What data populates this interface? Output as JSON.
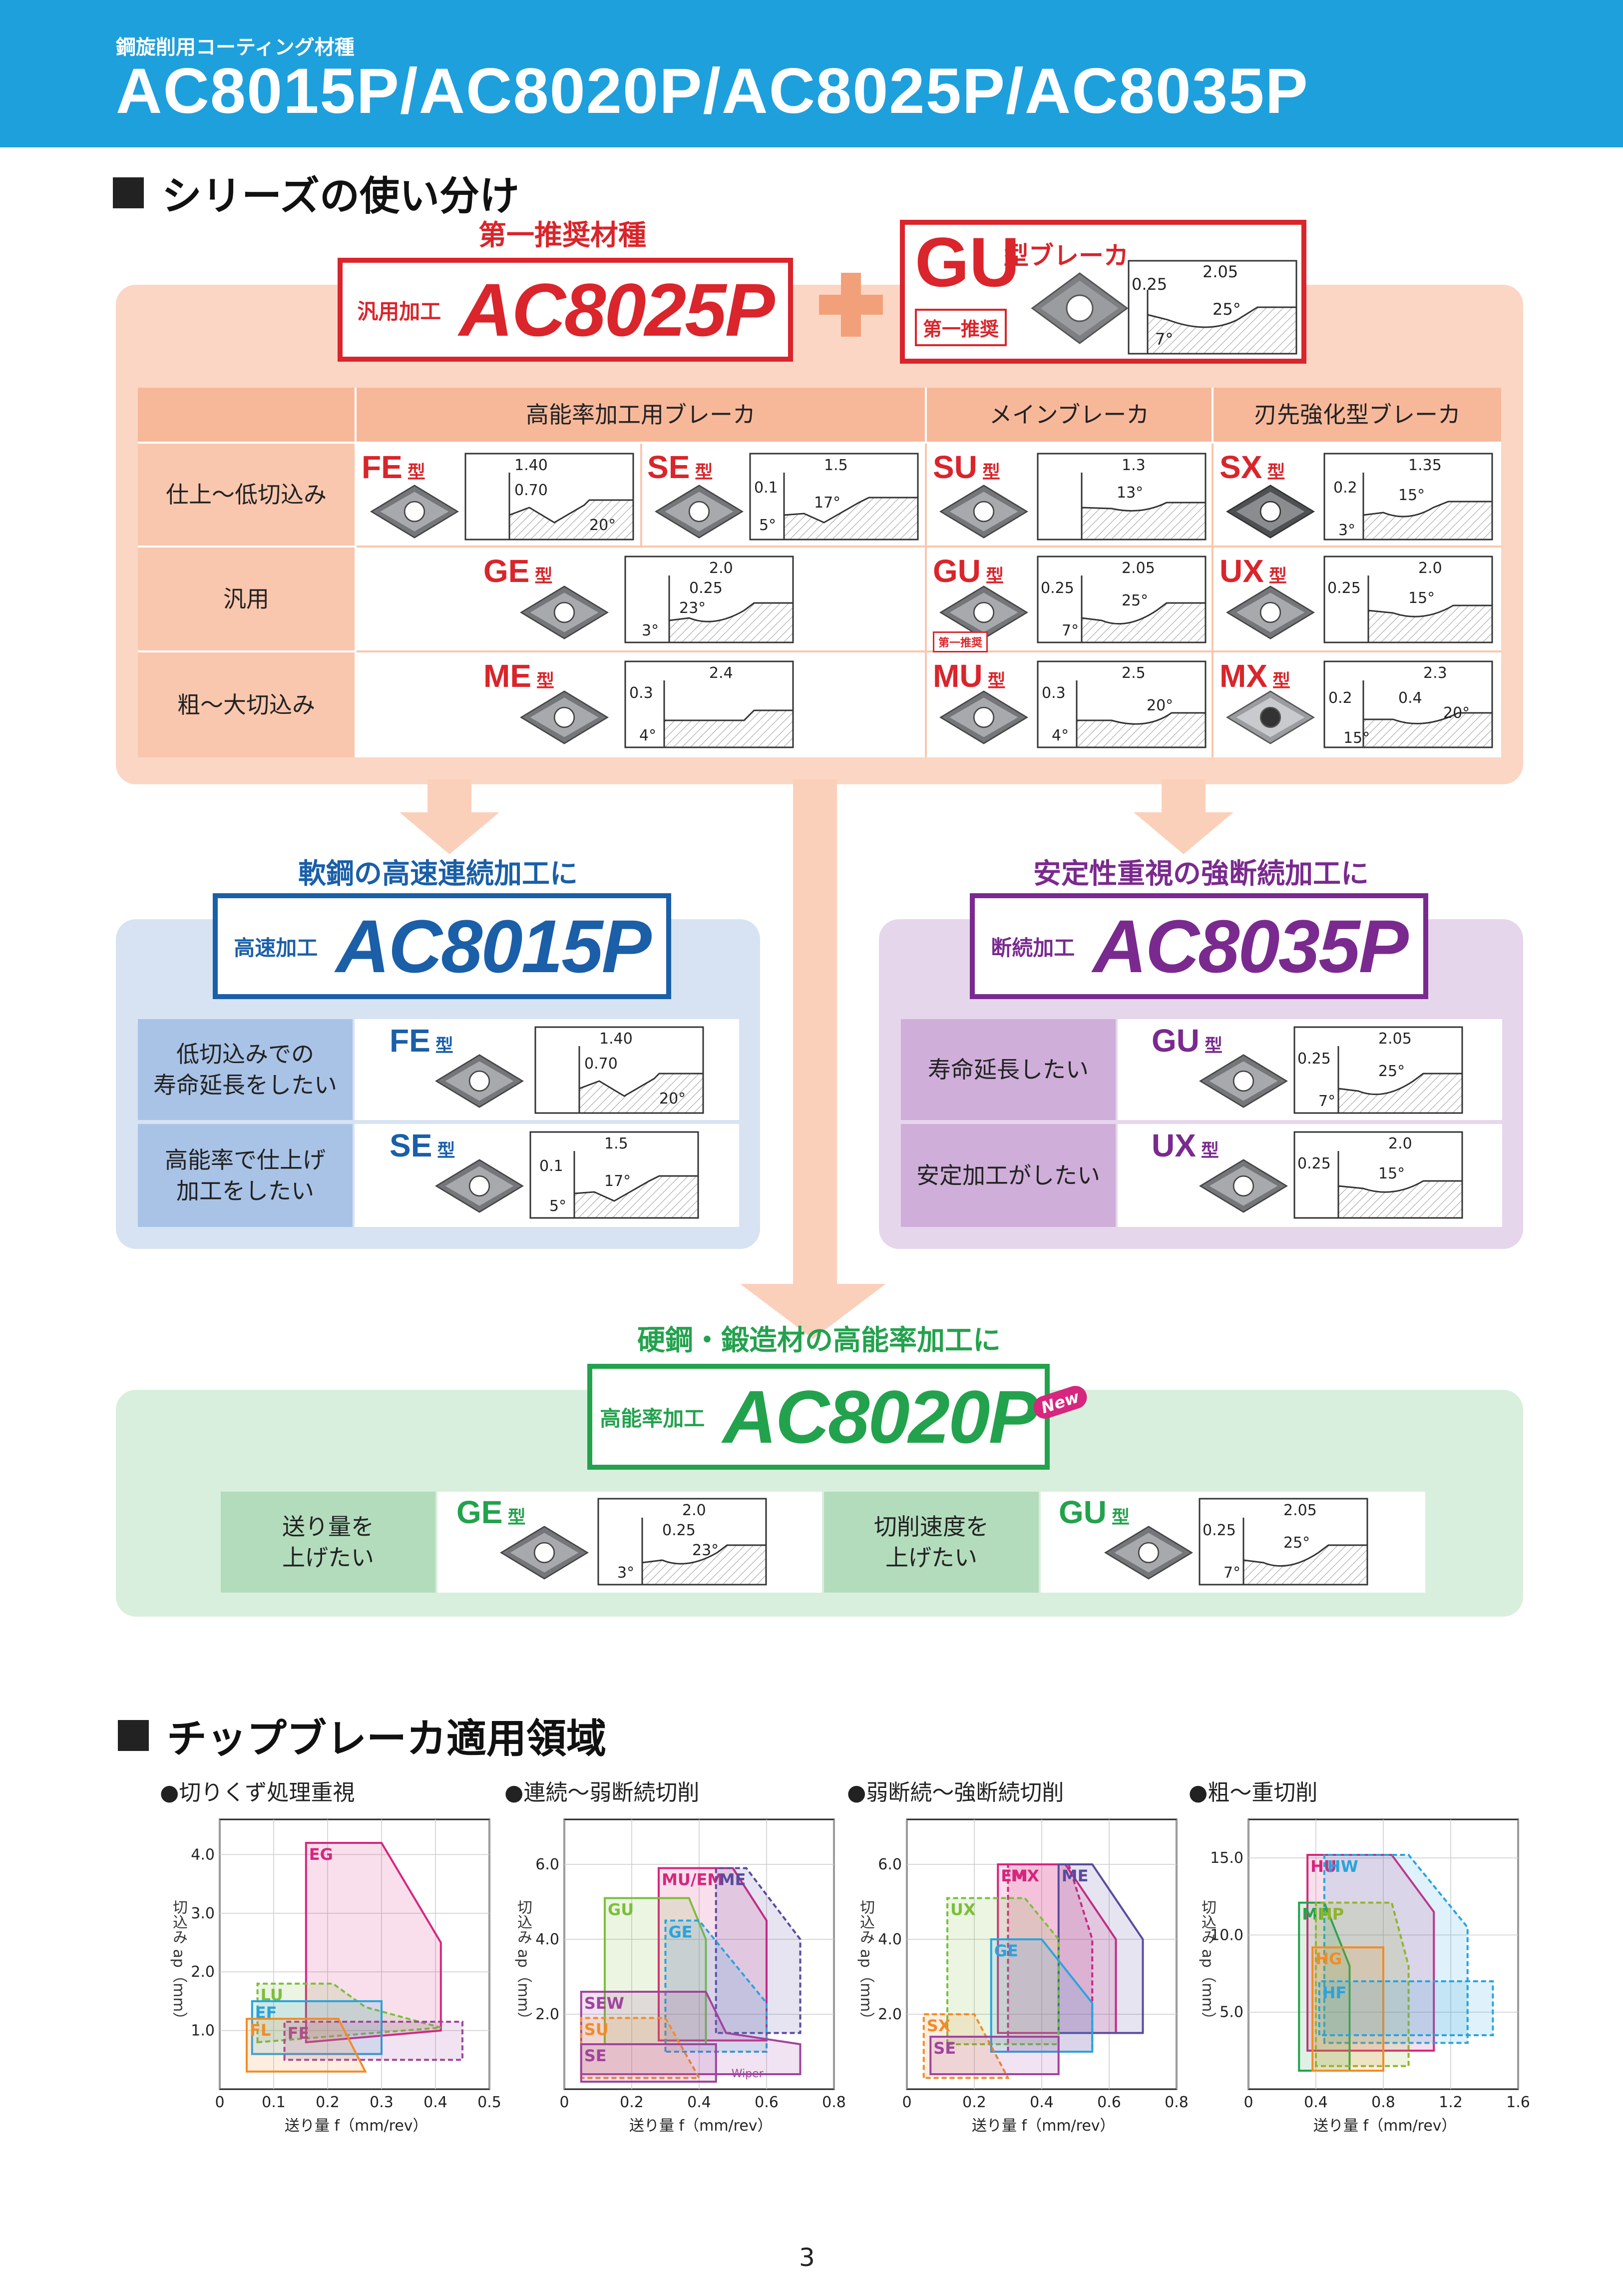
{
  "header": {
    "subtitle": "鋼旋削用コーティング材種",
    "title": "AC8015P/AC8020P/AC8025P/AC8035P"
  },
  "section1": {
    "title": "シリーズの使い分け"
  },
  "main": {
    "recommend": "第一推奨材種",
    "label": "汎用加工",
    "product": "AC8025P"
  },
  "gu_box": {
    "name": "GU",
    "suffix": "型ブレーカ",
    "badge": "第一推奨",
    "d1": "0.25",
    "d2": "2.05",
    "a1": "25°",
    "a2": "7°"
  },
  "table": {
    "headers": [
      "高能率加工用ブレーカ",
      "メインブレーカ",
      "刃先強化型ブレーカ"
    ],
    "rows": [
      "仕上～低切込み",
      "汎用",
      "粗～大切込み"
    ],
    "types": {
      "FE": {
        "name": "FE",
        "d": [
          "1.40",
          "0.70"
        ],
        "a": [
          "20°"
        ]
      },
      "SE": {
        "name": "SE",
        "d": [
          "1.5",
          "0.1"
        ],
        "a": [
          "17°",
          "5°"
        ]
      },
      "SU": {
        "name": "SU",
        "d": [
          "1.3"
        ],
        "a": [
          "13°"
        ]
      },
      "SX": {
        "name": "SX",
        "d": [
          "1.35",
          "0.2"
        ],
        "a": [
          "15°",
          "3°"
        ]
      },
      "GE": {
        "name": "GE",
        "d": [
          "2.0",
          "0.25"
        ],
        "a": [
          "23°",
          "3°"
        ]
      },
      "GU": {
        "name": "GU",
        "d": [
          "2.05",
          "0.25"
        ],
        "a": [
          "25°",
          "7°"
        ],
        "badge": "第一推奨"
      },
      "UX": {
        "name": "UX",
        "d": [
          "2.0",
          "0.25"
        ],
        "a": [
          "15°"
        ]
      },
      "ME": {
        "name": "ME",
        "d": [
          "2.4",
          "0.3"
        ],
        "a": [
          "4°"
        ]
      },
      "MU": {
        "name": "MU",
        "d": [
          "2.5",
          "0.3"
        ],
        "a": [
          "20°",
          "4°"
        ]
      },
      "MX": {
        "name": "MX",
        "d": [
          "2.3",
          "0.2",
          "0.4"
        ],
        "a": [
          "20°",
          "15°"
        ]
      }
    },
    "type_suffix": "型"
  },
  "ac8015": {
    "caption": "軟鋼の高速連続加工に",
    "label": "高速加工",
    "product": "AC8015P",
    "row1": "低切込みでの\n寿命延長をしたい",
    "row2": "高能率で仕上げ\n加工をしたい"
  },
  "ac8035": {
    "caption": "安定性重視の強断続加工に",
    "label": "断続加工",
    "product": "AC8035P",
    "row1": "寿命延長したい",
    "row2": "安定加工がしたい"
  },
  "ac8020": {
    "caption": "硬鋼・鍛造材の高能率加工に",
    "label": "高能率加工",
    "product": "AC8020P",
    "new": "New",
    "row1": "送り量を\n上げたい",
    "row2": "切削速度を\n上げたい"
  },
  "section2": {
    "title": "チップブレーカ適用領域"
  },
  "colors": {
    "header": "#1ea0dc",
    "red": "#d9252b",
    "blue": "#1a5fa8",
    "purple": "#7a2a8e",
    "green": "#23a24d"
  },
  "chart_data": [
    {
      "type": "area",
      "title": "●切りくず処理重視",
      "xlabel": "送り量 f（mm/rev）",
      "ylabel": "切込み ap（mm）",
      "x_ticks": [
        0,
        0.1,
        0.2,
        0.3,
        0.4,
        0.5
      ],
      "x_tick_labels": [
        "0",
        "0.1",
        "0.2",
        "0.3",
        "0.4",
        "0.5"
      ],
      "y_ticks": [
        1.0,
        2.0,
        3.0,
        4.0
      ],
      "y_tick_labels": [
        "1.0",
        "2.0",
        "3.0",
        "4.0"
      ],
      "xlim": [
        0,
        0.5
      ],
      "ylim": [
        0,
        4.6
      ],
      "series": [
        {
          "name": "EG",
          "color": "#d6267e",
          "points": [
            [
              0.16,
              0.8
            ],
            [
              0.16,
              4.2
            ],
            [
              0.3,
              4.2
            ],
            [
              0.41,
              2.5
            ],
            [
              0.41,
              1.0
            ],
            [
              0.16,
              0.8
            ]
          ]
        },
        {
          "name": "LU",
          "color": "#7bbf3a",
          "points": [
            [
              0.07,
              0.8
            ],
            [
              0.07,
              1.8
            ],
            [
              0.21,
              1.8
            ],
            [
              0.27,
              1.4
            ],
            [
              0.41,
              1.05
            ],
            [
              0.07,
              0.8
            ]
          ]
        },
        {
          "name": "EF",
          "color": "#29a4dc",
          "points": [
            [
              0.06,
              0.6
            ],
            [
              0.06,
              1.5
            ],
            [
              0.3,
              1.5
            ],
            [
              0.3,
              0.6
            ],
            [
              0.06,
              0.6
            ]
          ]
        },
        {
          "name": "FE",
          "color": "#a0449e",
          "points": [
            [
              0.12,
              0.5
            ],
            [
              0.12,
              1.15
            ],
            [
              0.45,
              1.15
            ],
            [
              0.45,
              0.5
            ],
            [
              0.12,
              0.5
            ]
          ]
        },
        {
          "name": "FL",
          "color": "#f08c28",
          "points": [
            [
              0.05,
              0.3
            ],
            [
              0.05,
              1.2
            ],
            [
              0.22,
              1.2
            ],
            [
              0.27,
              0.3
            ],
            [
              0.05,
              0.3
            ]
          ]
        }
      ]
    },
    {
      "type": "area",
      "title": "●連続～弱断続切削",
      "xlabel": "送り量 f（mm/rev）",
      "ylabel": "切込み ap（mm）",
      "x_ticks": [
        0,
        0.2,
        0.4,
        0.6,
        0.8
      ],
      "x_tick_labels": [
        "0",
        "0.2",
        "0.4",
        "0.6",
        "0.8"
      ],
      "y_ticks": [
        2.0,
        4.0,
        6.0
      ],
      "y_tick_labels": [
        "2.0",
        "4.0",
        "6.0"
      ],
      "xlim": [
        0,
        0.8
      ],
      "ylim": [
        0,
        7.2
      ],
      "series": [
        {
          "name": "MU/EM",
          "color": "#d6267e",
          "points": [
            [
              0.28,
              1.3
            ],
            [
              0.28,
              5.9
            ],
            [
              0.5,
              5.9
            ],
            [
              0.6,
              4.5
            ],
            [
              0.6,
              1.3
            ],
            [
              0.28,
              1.3
            ]
          ]
        },
        {
          "name": "ME",
          "color": "#5a4a9e",
          "points": [
            [
              0.45,
              1.5
            ],
            [
              0.45,
              5.9
            ],
            [
              0.54,
              5.9
            ],
            [
              0.7,
              4.0
            ],
            [
              0.7,
              1.5
            ],
            [
              0.45,
              1.5
            ]
          ]
        },
        {
          "name": "GU",
          "color": "#7bbf3a",
          "points": [
            [
              0.12,
              1.2
            ],
            [
              0.12,
              5.1
            ],
            [
              0.37,
              5.1
            ],
            [
              0.42,
              4.0
            ],
            [
              0.42,
              1.2
            ],
            [
              0.12,
              1.2
            ]
          ]
        },
        {
          "name": "GE",
          "color": "#29a4dc",
          "points": [
            [
              0.3,
              1.0
            ],
            [
              0.3,
              4.5
            ],
            [
              0.4,
              4.5
            ],
            [
              0.6,
              2.3
            ],
            [
              0.6,
              1.0
            ],
            [
              0.3,
              1.0
            ]
          ]
        },
        {
          "name": "SEW",
          "color": "#a0449e",
          "points": [
            [
              0.05,
              0.4
            ],
            [
              0.05,
              2.6
            ],
            [
              0.42,
              2.6
            ],
            [
              0.48,
              1.5
            ],
            [
              0.7,
              1.2
            ],
            [
              0.7,
              0.4
            ],
            [
              0.05,
              0.4
            ]
          ]
        },
        {
          "name": "SU",
          "color": "#f08c28",
          "points": [
            [
              0.05,
              0.3
            ],
            [
              0.05,
              1.9
            ],
            [
              0.3,
              1.9
            ],
            [
              0.4,
              0.3
            ],
            [
              0.05,
              0.3
            ]
          ]
        },
        {
          "name": "SE",
          "color": "#a0449e",
          "points": [
            [
              0.05,
              0.2
            ],
            [
              0.05,
              1.2
            ],
            [
              0.45,
              1.2
            ],
            [
              0.45,
              0.2
            ],
            [
              0.05,
              0.2
            ]
          ]
        }
      ],
      "annotations": [
        "Wiper"
      ]
    },
    {
      "type": "area",
      "title": "●弱断続～強断続切削",
      "xlabel": "送り量 f（mm/rev）",
      "ylabel": "切込み ap（mm）",
      "x_ticks": [
        0,
        0.2,
        0.4,
        0.6,
        0.8
      ],
      "x_tick_labels": [
        "0",
        "0.2",
        "0.4",
        "0.6",
        "0.8"
      ],
      "y_ticks": [
        2.0,
        4.0,
        6.0
      ],
      "y_tick_labels": [
        "2.0",
        "4.0",
        "6.0"
      ],
      "xlim": [
        0,
        0.8
      ],
      "ylim": [
        0,
        7.2
      ],
      "series": [
        {
          "name": "EM",
          "color": "#d6267e",
          "points": [
            [
              0.27,
              1.5
            ],
            [
              0.27,
              6.0
            ],
            [
              0.47,
              6.0
            ],
            [
              0.62,
              4.0
            ],
            [
              0.62,
              1.5
            ],
            [
              0.27,
              1.5
            ]
          ]
        },
        {
          "name": "MX",
          "color": "#d6267e",
          "points": [
            [
              0.3,
              1.0
            ],
            [
              0.3,
              6.0
            ],
            [
              0.48,
              6.0
            ],
            [
              0.55,
              4.0
            ],
            [
              0.55,
              1.0
            ],
            [
              0.3,
              1.0
            ]
          ]
        },
        {
          "name": "ME",
          "color": "#5a4a9e",
          "points": [
            [
              0.45,
              1.5
            ],
            [
              0.45,
              6.0
            ],
            [
              0.55,
              6.0
            ],
            [
              0.7,
              4.0
            ],
            [
              0.7,
              1.5
            ],
            [
              0.45,
              1.5
            ]
          ]
        },
        {
          "name": "UX",
          "color": "#7bbf3a",
          "points": [
            [
              0.12,
              1.2
            ],
            [
              0.12,
              5.1
            ],
            [
              0.35,
              5.1
            ],
            [
              0.45,
              4.0
            ],
            [
              0.45,
              1.2
            ],
            [
              0.12,
              1.2
            ]
          ]
        },
        {
          "name": "GE",
          "color": "#29a4dc",
          "points": [
            [
              0.25,
              1.0
            ],
            [
              0.25,
              4.0
            ],
            [
              0.4,
              4.0
            ],
            [
              0.55,
              2.3
            ],
            [
              0.55,
              1.0
            ],
            [
              0.25,
              1.0
            ]
          ]
        },
        {
          "name": "SX",
          "color": "#f08c28",
          "points": [
            [
              0.05,
              0.3
            ],
            [
              0.05,
              2.0
            ],
            [
              0.2,
              2.0
            ],
            [
              0.3,
              0.3
            ],
            [
              0.05,
              0.3
            ]
          ]
        },
        {
          "name": "SE",
          "color": "#a0449e",
          "points": [
            [
              0.07,
              0.4
            ],
            [
              0.07,
              1.4
            ],
            [
              0.45,
              1.4
            ],
            [
              0.45,
              0.4
            ],
            [
              0.07,
              0.4
            ]
          ]
        }
      ]
    },
    {
      "type": "area",
      "title": "●粗～重切削",
      "xlabel": "送り量 f（mm/rev）",
      "ylabel": "切込み ap（mm）",
      "x_ticks": [
        0,
        0.4,
        0.8,
        1.2,
        1.6
      ],
      "x_tick_labels": [
        "0",
        "0.4",
        "0.8",
        "1.2",
        "1.6"
      ],
      "y_ticks": [
        5.0,
        10.0,
        15.0
      ],
      "y_tick_labels": [
        "5.0",
        "10.0",
        "15.0"
      ],
      "xlim": [
        0,
        1.6
      ],
      "ylim": [
        0,
        17.5
      ],
      "series": [
        {
          "name": "HU",
          "color": "#d6267e",
          "points": [
            [
              0.35,
              2.5
            ],
            [
              0.35,
              15.2
            ],
            [
              0.85,
              15.2
            ],
            [
              1.1,
              11.5
            ],
            [
              1.1,
              2.5
            ],
            [
              0.35,
              2.5
            ]
          ]
        },
        {
          "name": "HW",
          "color": "#29a4dc",
          "points": [
            [
              0.45,
              3.0
            ],
            [
              0.45,
              15.2
            ],
            [
              0.95,
              15.2
            ],
            [
              1.3,
              10.5
            ],
            [
              1.3,
              3.0
            ],
            [
              0.45,
              3.0
            ]
          ]
        },
        {
          "name": "MP",
          "color": "#23a24d",
          "points": [
            [
              0.3,
              1.2
            ],
            [
              0.3,
              12.1
            ],
            [
              0.45,
              12.1
            ],
            [
              0.6,
              8.0
            ],
            [
              0.6,
              1.2
            ],
            [
              0.3,
              1.2
            ]
          ]
        },
        {
          "name": "HP",
          "color": "#8fb52a",
          "points": [
            [
              0.4,
              1.5
            ],
            [
              0.4,
              12.1
            ],
            [
              0.85,
              12.1
            ],
            [
              0.95,
              8.0
            ],
            [
              0.95,
              1.5
            ],
            [
              0.4,
              1.5
            ]
          ]
        },
        {
          "name": "HG",
          "color": "#f08c28",
          "points": [
            [
              0.38,
              1.2
            ],
            [
              0.38,
              9.2
            ],
            [
              0.8,
              9.2
            ],
            [
              0.8,
              1.2
            ],
            [
              0.38,
              1.2
            ]
          ]
        },
        {
          "name": "HF",
          "color": "#29a4dc",
          "points": [
            [
              0.42,
              3.5
            ],
            [
              0.42,
              7.0
            ],
            [
              1.45,
              7.0
            ],
            [
              1.45,
              3.5
            ],
            [
              0.42,
              3.5
            ]
          ]
        }
      ]
    }
  ],
  "page_number": "3"
}
